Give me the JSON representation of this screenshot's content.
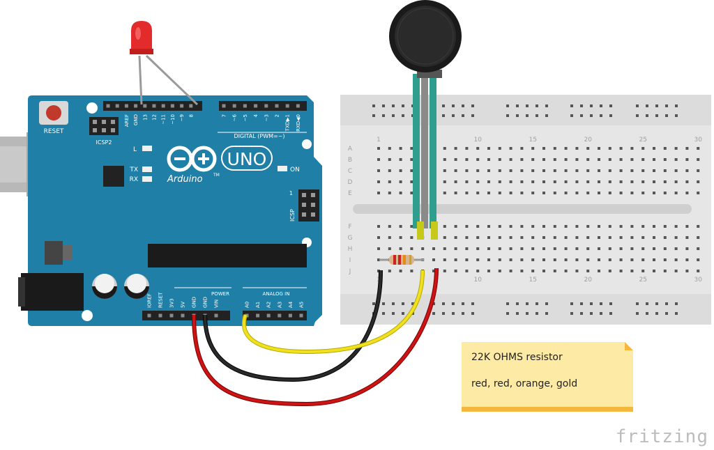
{
  "note": {
    "line1": "22K OHMS resistor",
    "line2": "red, red, orange, gold"
  },
  "watermark": "fritzing",
  "arduino": {
    "reset_label": "RESET",
    "icsp2_label": "ICSP2",
    "icsp_label": "ICSP",
    "icsp_pin1": "1",
    "logo_text": "Arduino",
    "logo_tm": "TM",
    "uno_label": "UNO",
    "digital_header": "DIGITAL (PWM=~)",
    "led_l": "L",
    "led_tx": "TX",
    "led_rx": "RX",
    "led_on": "ON",
    "power_header": "POWER",
    "analog_header": "ANALOG IN",
    "top_pins": [
      "AREF",
      "GND",
      "13",
      "12",
      "~11",
      "~10",
      "~9",
      "8",
      "7",
      "~6",
      "~5",
      "4",
      "~3",
      "2",
      "TXD▶1",
      "RXD◀0"
    ],
    "power_pins": [
      "IOREF",
      "RESET",
      "3V3",
      "5V",
      "GND",
      "GND",
      "VIN"
    ],
    "analog_pins": [
      "A0",
      "A1",
      "A2",
      "A3",
      "A4",
      "A5"
    ]
  },
  "breadboard": {
    "rows_top": [
      "A",
      "B",
      "C",
      "D",
      "E"
    ],
    "rows_bottom": [
      "F",
      "G",
      "H",
      "I",
      "J"
    ],
    "col_numbers": [
      "1",
      "10",
      "15",
      "20",
      "25",
      "30"
    ]
  },
  "colors": {
    "board": "#1f7fa6",
    "wire_red": "#cc1414",
    "wire_black": "#1a1a1a",
    "wire_yellow": "#f0e020",
    "note_bg": "#fdeaa5",
    "note_border": "#f4b83f"
  }
}
